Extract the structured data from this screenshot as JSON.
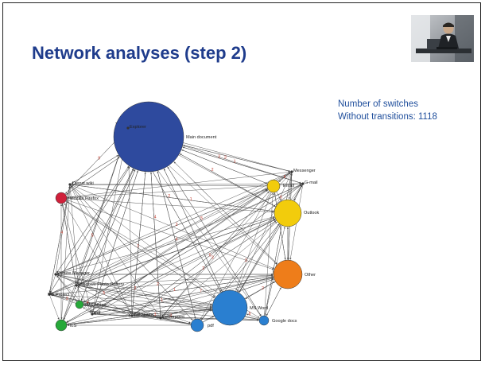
{
  "slide": {
    "title": "Network analyses (step 2)",
    "info_lines": [
      "Number of switches",
      "Without transitions: 1118"
    ]
  },
  "graph": {
    "colors": {
      "navy": "#2e4a9e",
      "blue": "#2a7fd0",
      "yellow": "#f2cc0c",
      "orange": "#ee7d1a",
      "green": "#27a93a",
      "red": "#d0203a",
      "edge": "#4a4a4a",
      "edge_label": "#c0392b"
    },
    "nodes": [
      {
        "id": "main",
        "label": "Main document",
        "color": "navy",
        "size": 44
      },
      {
        "id": "outlook",
        "label": "Outlook",
        "color": "yellow",
        "size": 17
      },
      {
        "id": "other",
        "label": "Other",
        "color": "orange",
        "size": 18
      },
      {
        "id": "msword",
        "label": "MS Word",
        "color": "blue",
        "size": 22
      },
      {
        "id": "gmail",
        "label": "Email",
        "color": "yellow",
        "size": 8
      },
      {
        "id": "firefox",
        "label": "Mozilla Firefox",
        "color": "red",
        "size": 7
      },
      {
        "id": "pdf",
        "label": "pdf",
        "color": "blue",
        "size": 8
      },
      {
        "id": "gdocs",
        "label": "Google docs",
        "color": "blue",
        "size": 6
      },
      {
        "id": "ils",
        "label": "ILS",
        "color": "green",
        "size": 7
      },
      {
        "id": "msnotes",
        "label": "MS Notes",
        "color": "green",
        "size": 5
      },
      {
        "id": "explorer",
        "label": "Explorer",
        "color": "none",
        "size": 1
      },
      {
        "id": "wiki",
        "label": "Dienst wiki",
        "color": "none",
        "size": 1
      },
      {
        "id": "messenger",
        "label": "Messenger",
        "color": "none",
        "size": 1
      },
      {
        "id": "gmail2",
        "label": "G-mail",
        "color": "none",
        "size": 1
      },
      {
        "id": "picture",
        "label": "Picture Manager",
        "color": "none",
        "size": 1
      },
      {
        "id": "photogallery",
        "label": "Windows Photo Gallery",
        "color": "none",
        "size": 1
      },
      {
        "id": "msproject",
        "label": "MS Project",
        "color": "none",
        "size": 1
      },
      {
        "id": "pdf2",
        "label": "Pdf",
        "color": "none",
        "size": 1
      },
      {
        "id": "calculator",
        "label": "Calculator",
        "color": "none",
        "size": 1
      },
      {
        "id": "powerpoint",
        "label": "Powerpoint",
        "color": "none",
        "size": 1
      }
    ],
    "edge_labels": [
      "2",
      "5",
      "3",
      "4",
      "1",
      "2",
      "7",
      "3",
      "6",
      "2",
      "1",
      "4",
      "3",
      "8",
      "2",
      "5",
      "1",
      "3",
      "9",
      "2",
      "4",
      "6",
      "1",
      "3",
      "2",
      "5",
      "1",
      "2",
      "4",
      "3"
    ]
  }
}
